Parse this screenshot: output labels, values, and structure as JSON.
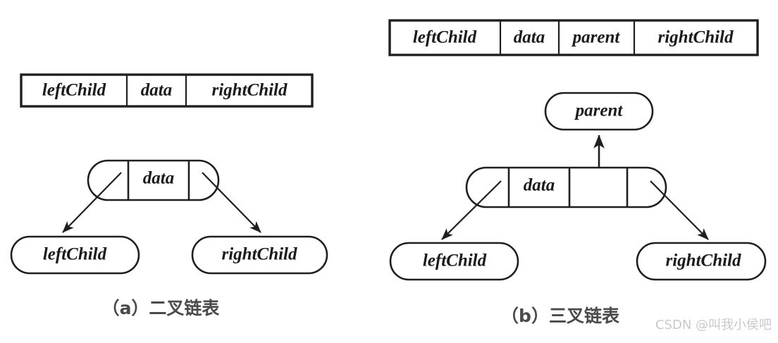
{
  "figure": {
    "title_absent": true,
    "background_color": "#ffffff",
    "stroke_color": "#1f1f1f",
    "caption_color": "#4a4a4a",
    "watermark_color": "#c9c9c9"
  },
  "diagram_a": {
    "caption": "（a）二叉链表",
    "struct_row": {
      "cells": [
        "leftChild",
        "data",
        "rightChild"
      ]
    },
    "node": {
      "cells": [
        "",
        "data",
        ""
      ],
      "data_label": "data"
    },
    "children": [
      {
        "label": "leftChild"
      },
      {
        "label": "rightChild"
      }
    ]
  },
  "diagram_b": {
    "caption": "（b）三叉链表",
    "struct_row": {
      "cells": [
        "leftChild",
        "data",
        "parent",
        "rightChild"
      ]
    },
    "node": {
      "cells": [
        "",
        "data",
        "",
        ""
      ],
      "data_label": "data"
    },
    "parent_node": {
      "label": "parent"
    },
    "children": [
      {
        "label": "leftChild"
      },
      {
        "label": "rightChild"
      }
    ]
  },
  "watermark": {
    "text": "CSDN @叫我小侯吧"
  }
}
